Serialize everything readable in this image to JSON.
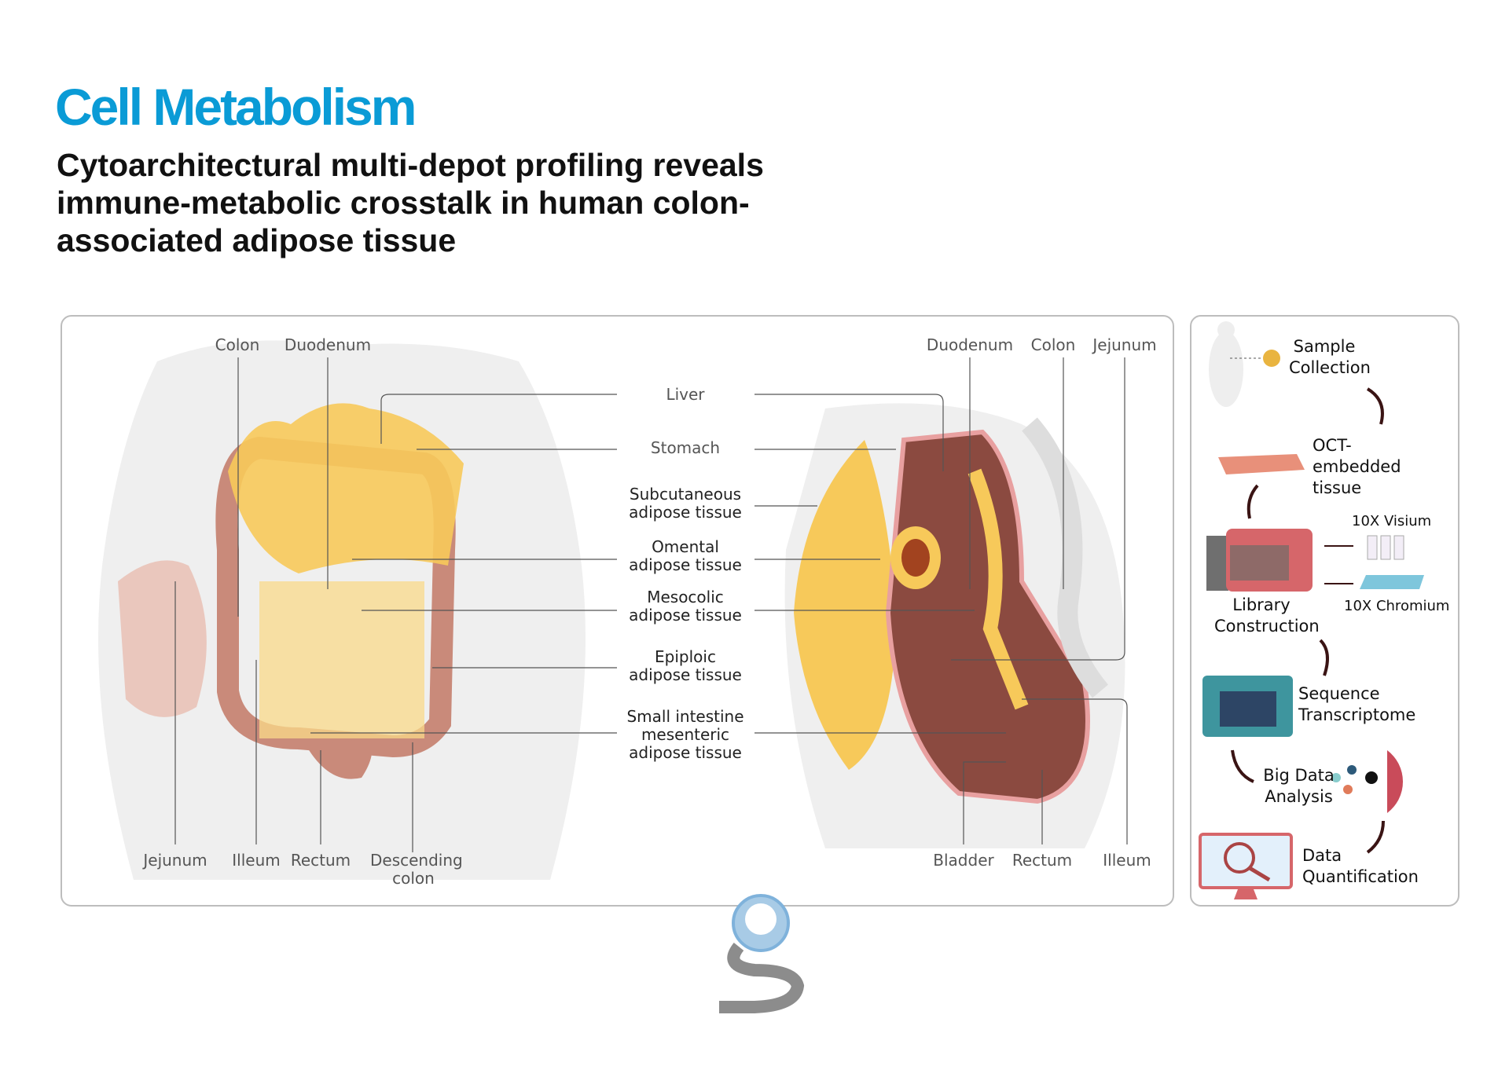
{
  "header": {
    "journal": "Cell Metabolism",
    "article_title": "Cytoarchitectural multi-depot profiling reveals immune-metabolic crosstalk in human colon-associated adipose tissue"
  },
  "anatomy_panel": {
    "front_view_top_labels": [
      "Colon",
      "Duodenum"
    ],
    "front_view_bottom_labels": [
      "Jejunum",
      "Illeum",
      "Rectum",
      "Descending colon"
    ],
    "side_view_top_labels": [
      "Duodenum",
      "Colon",
      "Jejunum"
    ],
    "side_view_bottom_labels": [
      "Bladder",
      "Rectum",
      "Illeum"
    ],
    "center_labels": [
      "Liver",
      "Stomach",
      "Subcutaneous adipose tissue",
      "Omental adipose tissue",
      "Mesocolic adipose tissue",
      "Epiploic adipose tissue",
      "Small intestine mesenteric adipose tissue"
    ]
  },
  "workflow_panel": {
    "steps": [
      "Sample Collection",
      "OCT-embedded tissue",
      "10X Visium",
      "10X Chromium",
      "Library Construction",
      "Sequence Transcriptome",
      "Big Data Analysis",
      "Data Quantification"
    ]
  },
  "colors": {
    "journal": "#0a9bd6",
    "fat": "#f7c95a",
    "intestine": "#c98a7a",
    "arrow": "#3a1414"
  }
}
